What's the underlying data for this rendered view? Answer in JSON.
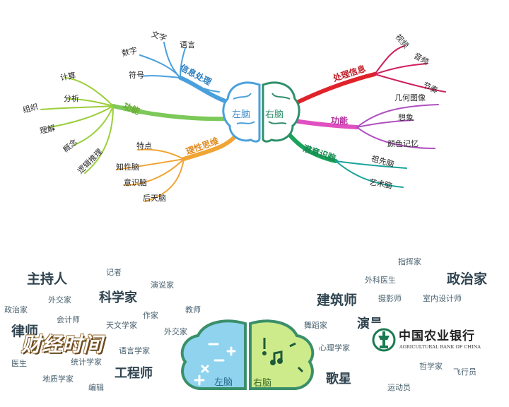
{
  "top_map": {
    "left_brain": "左脑",
    "right_brain": "右脑",
    "left_branches": [
      {
        "name": "信息处理",
        "children": [
          "文字",
          "数字",
          "语言",
          "符号"
        ]
      },
      {
        "name": "功能",
        "children": [
          "计算",
          "分析",
          "组织",
          "理解",
          "概念",
          "逻辑推理"
        ]
      },
      {
        "name": "理性思维",
        "children": [
          "特点",
          "知性脑",
          "意识脑",
          "后天脑"
        ]
      }
    ],
    "right_branches": [
      {
        "name": "处理信息",
        "children": [
          "视频",
          "音频",
          "节奏"
        ]
      },
      {
        "name": "功能",
        "children": [
          "几何图像",
          "想象",
          "颜色记忆"
        ]
      },
      {
        "name": "潜意识脑",
        "children": [
          "祖先脑",
          "艺术脑"
        ]
      }
    ]
  },
  "bottom": {
    "left_brain": "左脑",
    "right_brain": "右脑",
    "left_words": [
      "主持人",
      "记者",
      "科学家",
      "演说家",
      "外交家",
      "政治家",
      "会计师",
      "作家",
      "教师",
      "律师",
      "天文学家",
      "外交家",
      "语言学家",
      "统计学家",
      "工程师",
      "地质学家",
      "编辑",
      "医生"
    ],
    "right_words": [
      "指挥家",
      "政治家",
      "外科医生",
      "建筑师",
      "摄影师",
      "室内设计师",
      "演员",
      "舞蹈家",
      "心理学家",
      "歌星",
      "哲学家",
      "飞行员",
      "运动员"
    ],
    "colors": {
      "left": "#8fd3ef",
      "right": "#cdeb8b",
      "outline": "#3a8f6a"
    }
  },
  "logo": {
    "cn": "中国农业银行",
    "en": "AGRICULTURAL BANK OF CHINA"
  },
  "watermark": "财经时间"
}
